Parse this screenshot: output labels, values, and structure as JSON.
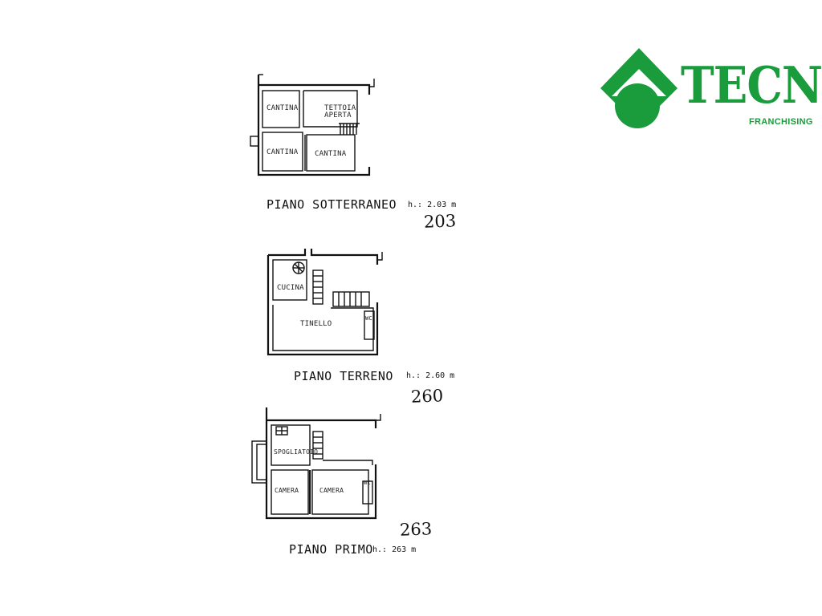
{
  "brand": {
    "name": "TECNOCA",
    "subtitle": "FRANCHISING",
    "color": "#1a9b3c"
  },
  "floors": [
    {
      "title": "PIANO SOTTERRANEO",
      "height_label": "h.: 2.03 m",
      "height_note": "203",
      "rooms": [
        "CANTINA",
        "TETTOIA",
        "APERTA",
        "CANTINA",
        "CANTINA"
      ]
    },
    {
      "title": "PIANO TERRENO",
      "height_label": "h.: 2.60 m",
      "height_note": "260",
      "rooms": [
        "CUCINA",
        "TINELLO",
        "WC"
      ]
    },
    {
      "title": "PIANO PRIMO",
      "height_label": "h.: 263 m",
      "height_note": "263",
      "rooms": [
        "SPOGLIATOIO",
        "CAMERA",
        "CAMERA",
        "WC"
      ]
    }
  ]
}
